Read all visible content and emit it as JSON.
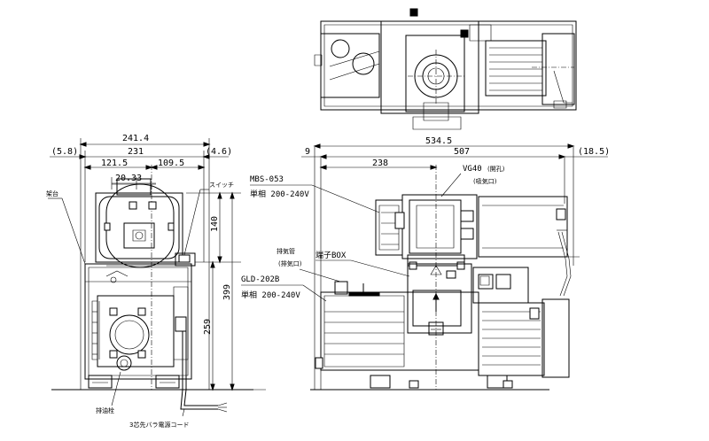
{
  "dimensions": {
    "side_total_width": "241.4",
    "side_inner_width": "231",
    "side_left_offset": "(5.8)",
    "side_right_offset": "(4.6)",
    "side_left_half": "121.5",
    "side_right_half": "109.5",
    "switch_offset": "20.33",
    "height_motor_top": "140",
    "height_total": "399",
    "height_pump": "259",
    "front_total_length": "534.5",
    "front_left_offset": "9",
    "front_base_length": "507",
    "front_exhaust_pos": "238",
    "front_right_offset": "(18.5)"
  },
  "labels": {
    "base": "架台",
    "switch": "スイッチ",
    "drain_cock": "排油栓",
    "power_cord": "3芯先バラ電源コード",
    "mbs_model": "MBS-053",
    "mbs_power": "単相 200-240V",
    "exhaust_label": "排気管",
    "exhaust_port": "(排気口)",
    "gld_model": "GLD-202B",
    "gld_power": "単相 200-240V",
    "terminal_box": "端子BOX",
    "vg_flange": "VG40",
    "vg_flange_note": "(開孔)",
    "intake_port": "(吸気口)"
  }
}
